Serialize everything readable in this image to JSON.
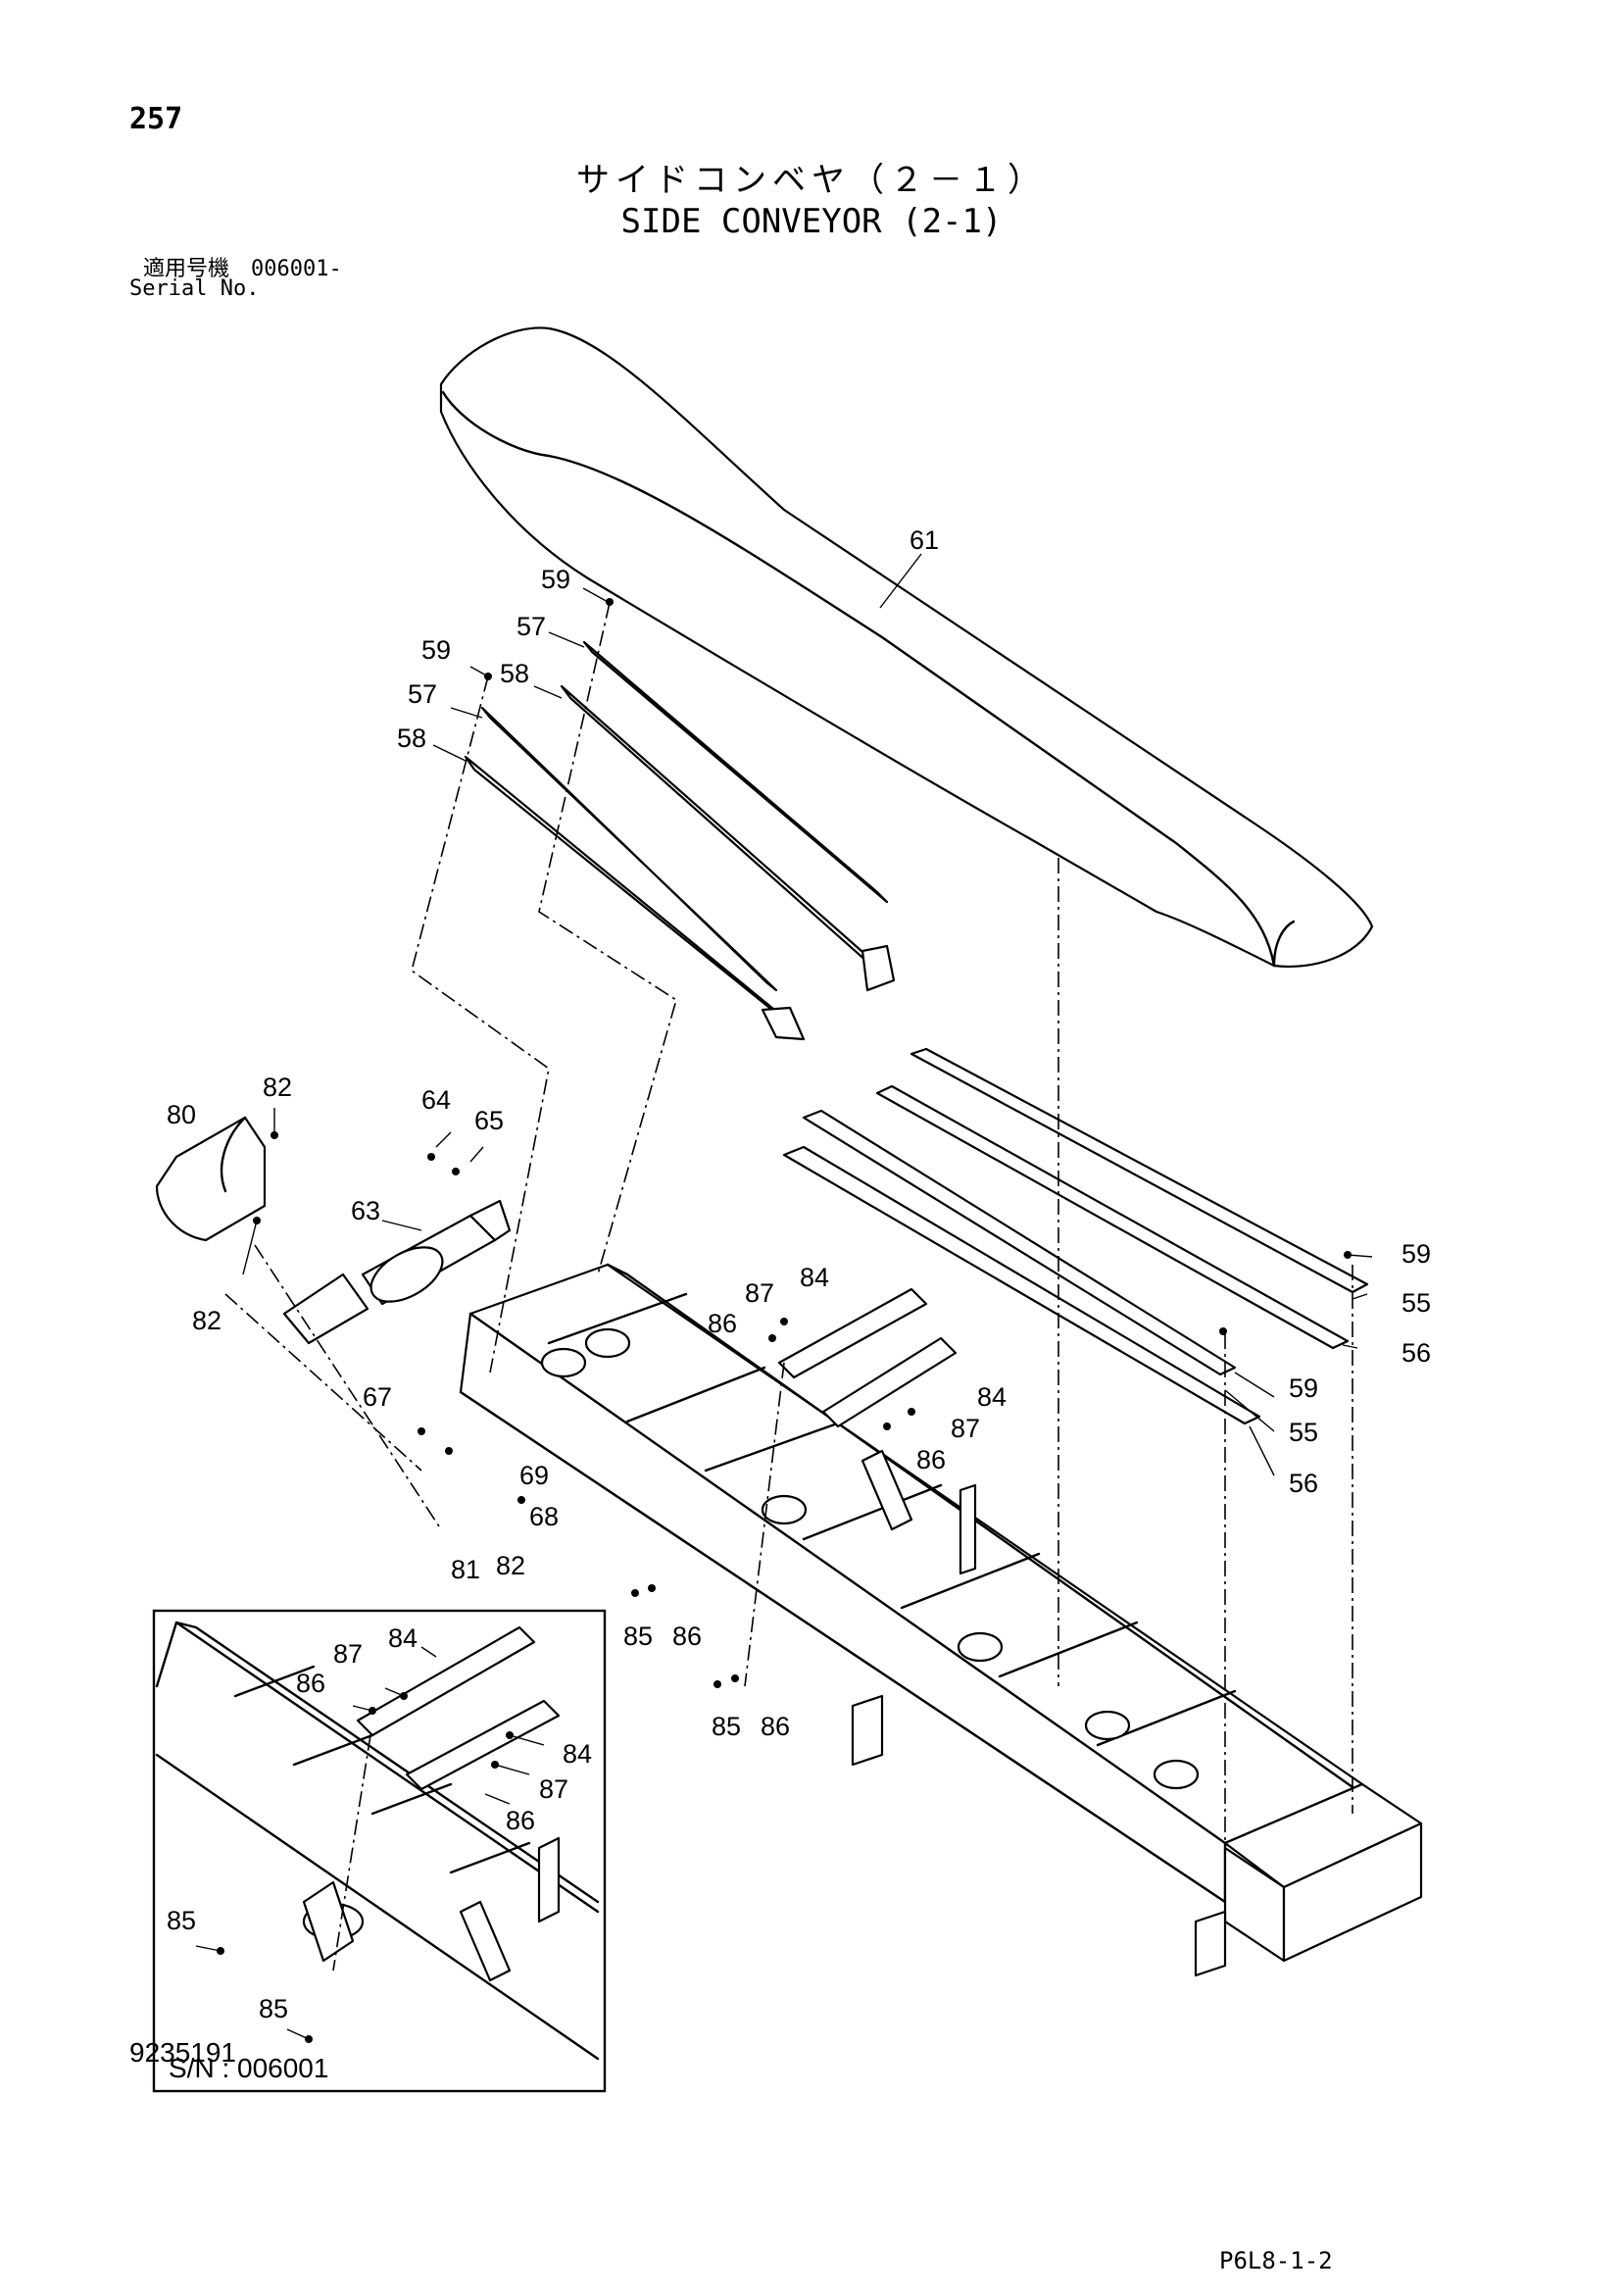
{
  "page": {
    "number": "257",
    "title_jp": "サイドコンベヤ（２－１）",
    "title_en": "SIDE CONVEYOR (2-1)",
    "serial_jp": "適用号機　006001-",
    "serial_en": "Serial No.",
    "drawing_number": "9235191",
    "sheet_code": "P6L8-1-2"
  },
  "inset": {
    "label": "S/N : 006001"
  },
  "callouts": {
    "c61": "61",
    "c59a": "59",
    "c57a": "57",
    "c58a": "58",
    "c59b": "59",
    "c57b": "57",
    "c58b": "58",
    "c82a": "82",
    "c80": "80",
    "c82b": "82",
    "c64": "64",
    "c65": "65",
    "c63": "63",
    "c67": "67",
    "c69": "69",
    "c68": "68",
    "c81": "81",
    "c82c": "82",
    "c87a": "87",
    "c84a": "84",
    "c86a": "86",
    "c84b": "84",
    "c87b": "87",
    "c86b": "86",
    "c59c": "59",
    "c55a": "55",
    "c56a": "56",
    "c59d": "59",
    "c55b": "55",
    "c56b": "56",
    "c85a": "85",
    "c86c": "86",
    "c85b": "85",
    "c86d": "86",
    "i87a": "87",
    "i84a": "84",
    "i86a": "86",
    "i84b": "84",
    "i87b": "87",
    "i86b": "86",
    "i85a": "85",
    "i85b": "85"
  }
}
